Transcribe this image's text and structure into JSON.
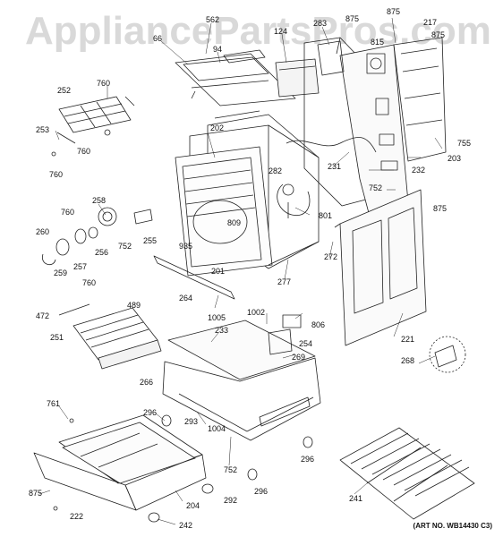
{
  "watermark": "AppliancePartsPros.com",
  "art_number": "(ART NO. WB14430 C3)",
  "part_labels": {
    "l562": "562",
    "l94": "94",
    "l66": "66",
    "l124": "124",
    "l283": "283",
    "l875a": "875",
    "l875b": "875",
    "l815": "815",
    "l217": "217",
    "l875c": "875",
    "l252": "252",
    "l760a": "760",
    "l253": "253",
    "l760b": "760",
    "l760c": "760",
    "l202": "202",
    "l755": "755",
    "l203": "203",
    "l231": "231",
    "l232": "232",
    "l282": "282",
    "l752a": "752",
    "l875d": "875",
    "l258": "258",
    "l760d": "760",
    "l801": "801",
    "l809": "809",
    "l260": "260",
    "l935": "935",
    "l255": "255",
    "l752b": "752",
    "l256": "256",
    "l257": "257",
    "l259": "259",
    "l272": "272",
    "l201": "201",
    "l277": "277",
    "l264": "264",
    "l760e": "760",
    "l1005": "1005",
    "l1002": "1002",
    "l806": "806",
    "l489": "489",
    "l472": "472",
    "l233": "233",
    "l254": "254",
    "l251": "251",
    "l221": "221",
    "l269": "269",
    "l268": "268",
    "l266": "266",
    "l761": "761",
    "l296a": "296",
    "l293": "293",
    "l1004": "1004",
    "l296b": "296",
    "l752c": "752",
    "l296c": "296",
    "l875e": "875",
    "l204": "204",
    "l292": "292",
    "l241": "241",
    "l222": "222",
    "l242": "242"
  }
}
